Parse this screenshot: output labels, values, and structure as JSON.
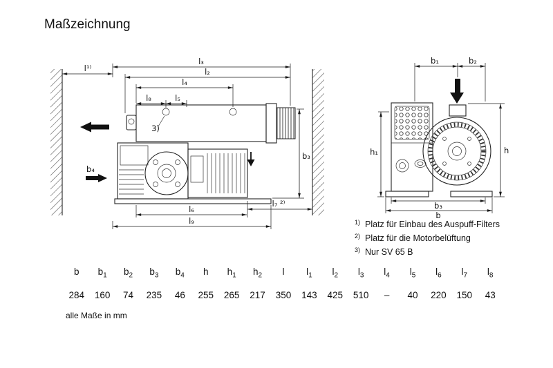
{
  "page": {
    "title": "Maßzeichnung",
    "units_note": "alle Maße in mm"
  },
  "drawing": {
    "side_view": {
      "labels": {
        "l": "l¹⁾",
        "l2": "l₂",
        "l3": "l₃",
        "l4": "l₄",
        "l5": "l₅",
        "l6": "l₆",
        "l7": "l₇ ²⁾",
        "l8": "l₈",
        "l9": "l₉",
        "b3": "b₃",
        "b4": "b₄",
        "note3": "3)"
      }
    },
    "end_view": {
      "labels": {
        "b1": "b₁",
        "b2": "b₂",
        "h1": "h₁",
        "h": "h",
        "b3": "b₃",
        "b": "b"
      }
    }
  },
  "footnotes": [
    {
      "marker": "1)",
      "text": "Platz für Einbau des Auspuff-Filters"
    },
    {
      "marker": "2)",
      "text": "Platz für die Motorbelüftung"
    },
    {
      "marker": "3)",
      "text": "Nur SV 65 B"
    }
  ],
  "dimension_table": {
    "columns": [
      {
        "name": "b",
        "sub": ""
      },
      {
        "name": "b",
        "sub": "1"
      },
      {
        "name": "b",
        "sub": "2"
      },
      {
        "name": "b",
        "sub": "3"
      },
      {
        "name": "b",
        "sub": "4"
      },
      {
        "name": "h",
        "sub": ""
      },
      {
        "name": "h",
        "sub": "1"
      },
      {
        "name": "h",
        "sub": "2"
      },
      {
        "name": "l",
        "sub": ""
      },
      {
        "name": "l",
        "sub": "1"
      },
      {
        "name": "l",
        "sub": "2"
      },
      {
        "name": "l",
        "sub": "3"
      },
      {
        "name": "l",
        "sub": "4"
      },
      {
        "name": "l",
        "sub": "5"
      },
      {
        "name": "l",
        "sub": "6"
      },
      {
        "name": "l",
        "sub": "7"
      },
      {
        "name": "l",
        "sub": "8"
      }
    ],
    "values": [
      "284",
      "160",
      "74",
      "235",
      "46",
      "255",
      "265",
      "217",
      "350",
      "143",
      "425",
      "510",
      "–",
      "40",
      "220",
      "150",
      "43"
    ]
  }
}
